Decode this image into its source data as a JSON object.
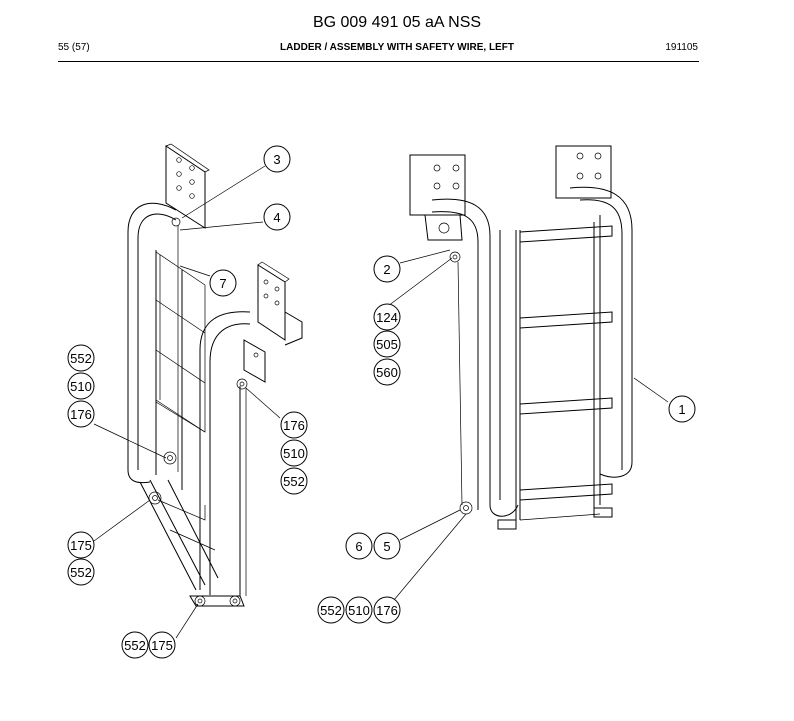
{
  "header": {
    "doc_title": "BG 009 491 05 aA NSS",
    "page": "55 (57)",
    "section_title": "LADDER / ASSEMBLY WITH SAFETY WIRE, LEFT",
    "date_code": "191105"
  },
  "callouts": {
    "c_3": "3",
    "c_4": "4",
    "c_7": "7",
    "c_552a": "552",
    "c_510a": "510",
    "c_176a": "176",
    "c_176b": "176",
    "c_510b": "510",
    "c_552b": "552",
    "c_175a": "175",
    "c_552c": "552",
    "c_552d": "552",
    "c_175b": "175",
    "c_2": "2",
    "c_124": "124",
    "c_505": "505",
    "c_560": "560",
    "c_1": "1",
    "c_6": "6",
    "c_5": "5",
    "c_552e": "552",
    "c_510c": "510",
    "c_176c": "176"
  }
}
